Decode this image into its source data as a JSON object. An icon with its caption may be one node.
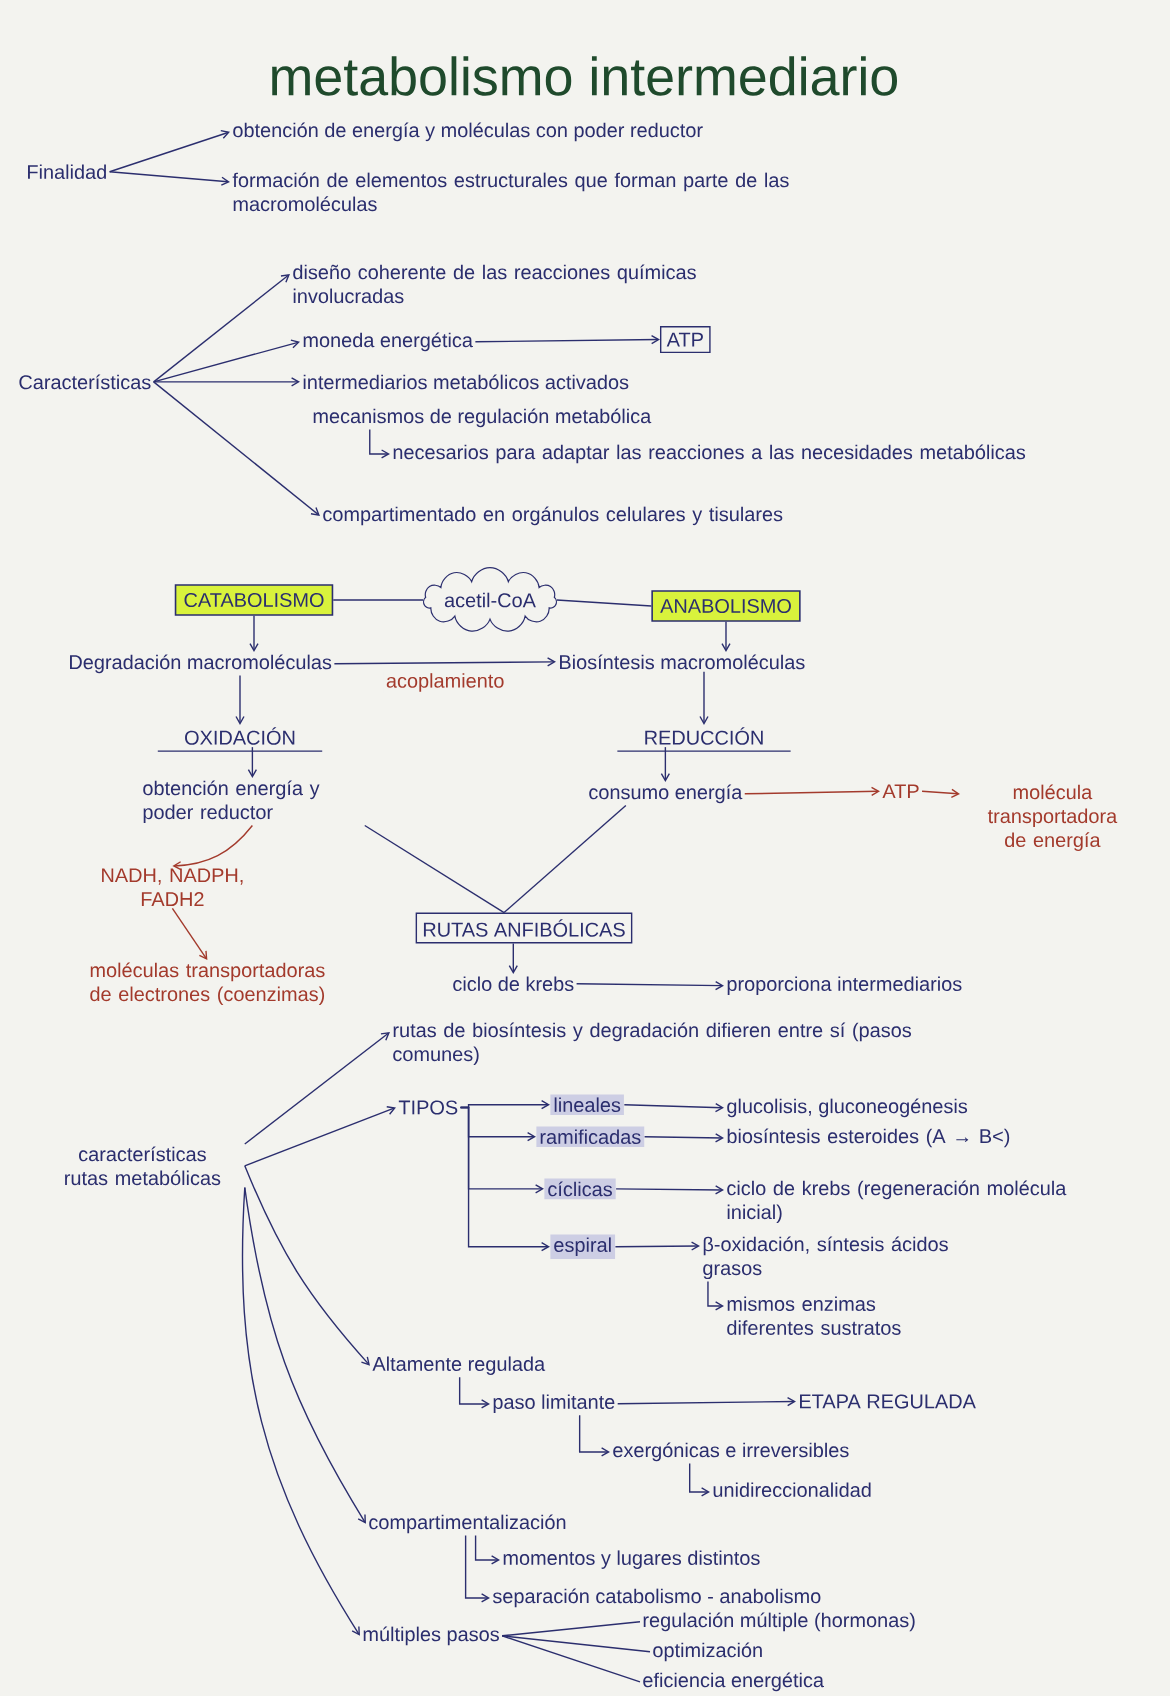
{
  "diagram": {
    "title": "metabolismo intermediario",
    "nodes": [
      {
        "text": [
          "Finalidad"
        ]
      },
      {
        "text": [
          "obtención de energía y moléculas con poder reductor"
        ]
      },
      {
        "text": [
          "formación de elementos estructurales que forman parte de las macromoléculas"
        ]
      },
      {
        "text": [
          "Características"
        ]
      },
      {
        "text": [
          "diseño coherente de las reacciones químicas involucradas"
        ]
      },
      {
        "text": [
          "moneda energética"
        ]
      },
      {
        "text": [
          "ATP"
        ]
      },
      {
        "text": [
          "intermediarios metabólicos activados"
        ]
      },
      {
        "text": [
          "mecanismos de regulación metabólica"
        ]
      },
      {
        "text": [
          "necesarios para adaptar las reacciones a las necesidades metabólicas"
        ]
      },
      {
        "text": [
          "compartimentado en orgánulos celulares y tisulares"
        ]
      },
      {
        "text": [
          "CATABOLISMO"
        ]
      },
      {
        "text": [
          "acetil-CoA"
        ]
      },
      {
        "text": [
          "ANABOLISMO"
        ]
      },
      {
        "text": [
          "Degradación macromoléculas"
        ]
      },
      {
        "text": [
          "Biosíntesis macromoléculas"
        ]
      },
      {
        "text": [
          "OXIDACIÓN"
        ]
      },
      {
        "text": [
          "REDUCCIÓN"
        ]
      },
      {
        "text": [
          "obtención energía y poder reductor"
        ]
      },
      {
        "text": [
          "consumo energía"
        ]
      },
      {
        "text": [
          "ATP"
        ]
      },
      {
        "text": [
          "molécula transportadora de energía"
        ]
      },
      {
        "text": [
          "NADH, NADPH, FADH2"
        ]
      },
      {
        "text": [
          "moléculas transportadoras de electrones (coenzimas)"
        ]
      },
      {
        "text": [
          "RUTAS ANFIBÓLICAS"
        ]
      },
      {
        "text": [
          "ciclo de krebs"
        ]
      },
      {
        "text": [
          "proporciona intermediarios"
        ]
      },
      {
        "text": [
          "características rutas metabólicas"
        ]
      },
      {
        "text": [
          "rutas de biosíntesis y degradación difieren entre sí (pasos comunes)"
        ]
      },
      {
        "text": [
          "TIPOS"
        ]
      },
      {
        "text": [
          "lineales"
        ]
      },
      {
        "text": [
          "glucolisis, gluconeogénesis"
        ]
      },
      {
        "text": [
          "ramificadas"
        ]
      },
      {
        "text": [
          "biosíntesis esteroides (A → B<)"
        ]
      },
      {
        "text": [
          "cíclicas"
        ]
      },
      {
        "text": [
          "ciclo de krebs (regeneración molécula inicial)"
        ]
      },
      {
        "text": [
          "espiral"
        ]
      },
      {
        "text": [
          "β-oxidación, síntesis ácidos grasos"
        ]
      },
      {
        "text": [
          "mismos enzimas diferentes sustratos"
        ]
      },
      {
        "text": [
          "Altamente regulada"
        ]
      },
      {
        "text": [
          "paso limitante"
        ]
      },
      {
        "text": [
          "ETAPA REGULADA"
        ]
      },
      {
        "text": [
          "exergónicas e irreversibles"
        ]
      },
      {
        "text": [
          "unidireccionalidad"
        ]
      },
      {
        "text": [
          "compartimentalización"
        ]
      },
      {
        "text": [
          "momentos y lugares distintos"
        ]
      },
      {
        "text": [
          "separación catabolismo - anabolismo"
        ]
      },
      {
        "text": [
          "múltiples pasos"
        ]
      },
      {
        "text": [
          "regulación múltiple (hormonas)"
        ]
      },
      {
        "text": [
          "optimización"
        ]
      },
      {
        "text": [
          "eficiencia energética"
        ]
      }
    ],
    "edges": [
      {
        "from": 0,
        "to": 1,
        "arrow": "to"
      },
      {
        "from": 0,
        "to": 2,
        "arrow": "to"
      },
      {
        "from": 3,
        "to": 4,
        "arrow": "to"
      },
      {
        "from": 3,
        "to": 5,
        "arrow": "to"
      },
      {
        "from": 3,
        "to": 7,
        "arrow": "to"
      },
      {
        "from": 3,
        "to": 10,
        "arrow": "to"
      },
      {
        "from": 5,
        "to": 6,
        "arrow": "to"
      },
      {
        "from": 8,
        "to": 9,
        "arrow": "to"
      },
      {
        "from": 11,
        "to": 12,
        "arrow": "none"
      },
      {
        "from": 12,
        "to": 13,
        "arrow": "none"
      },
      {
        "from": 11,
        "to": 14,
        "arrow": "to"
      },
      {
        "from": 13,
        "to": 15,
        "arrow": "to"
      },
      {
        "from": 14,
        "to": 15,
        "arrow": "to",
        "label": "acoplamiento"
      },
      {
        "from": 14,
        "to": 16,
        "arrow": "to"
      },
      {
        "from": 15,
        "to": 17,
        "arrow": "to"
      },
      {
        "from": 16,
        "to": 18,
        "arrow": "to"
      },
      {
        "from": 17,
        "to": 19,
        "arrow": "to"
      },
      {
        "from": 19,
        "to": 20,
        "arrow": "to",
        "color": "#a33a2c"
      },
      {
        "from": 20,
        "to": 21,
        "arrow": "to",
        "color": "#a33a2c"
      },
      {
        "from": 18,
        "to": 22,
        "arrow": "to",
        "color": "#a33a2c"
      },
      {
        "from": 22,
        "to": 23,
        "arrow": "to",
        "color": "#a33a2c"
      },
      {
        "from": 18,
        "to": 24,
        "arrow": "none"
      },
      {
        "from": 19,
        "to": 24,
        "arrow": "none"
      },
      {
        "from": 24,
        "to": 25,
        "arrow": "to"
      },
      {
        "from": 25,
        "to": 26,
        "arrow": "to"
      },
      {
        "from": 27,
        "to": 28,
        "arrow": "to"
      },
      {
        "from": 27,
        "to": 29,
        "arrow": "to"
      },
      {
        "from": 27,
        "to": 39,
        "arrow": "to"
      },
      {
        "from": 27,
        "to": 44,
        "arrow": "to"
      },
      {
        "from": 27,
        "to": 47,
        "arrow": "to"
      },
      {
        "from": 29,
        "to": 30,
        "arrow": "to"
      },
      {
        "from": 29,
        "to": 32,
        "arrow": "to"
      },
      {
        "from": 29,
        "to": 34,
        "arrow": "to"
      },
      {
        "from": 29,
        "to": 36,
        "arrow": "to"
      },
      {
        "from": 30,
        "to": 31,
        "arrow": "to"
      },
      {
        "from": 32,
        "to": 33,
        "arrow": "to"
      },
      {
        "from": 34,
        "to": 35,
        "arrow": "to"
      },
      {
        "from": 36,
        "to": 37,
        "arrow": "to"
      },
      {
        "from": 37,
        "to": 38,
        "arrow": "to"
      },
      {
        "from": 39,
        "to": 40,
        "arrow": "to"
      },
      {
        "from": 40,
        "to": 41,
        "arrow": "to"
      },
      {
        "from": 40,
        "to": 42,
        "arrow": "to"
      },
      {
        "from": 42,
        "to": 43,
        "arrow": "to"
      },
      {
        "from": 44,
        "to": 45,
        "arrow": "to"
      },
      {
        "from": 44,
        "to": 46,
        "arrow": "to"
      },
      {
        "from": 47,
        "to": 48,
        "arrow": "none"
      },
      {
        "from": 47,
        "to": 49,
        "arrow": "none"
      },
      {
        "from": 47,
        "to": 50,
        "arrow": "none"
      }
    ]
  }
}
